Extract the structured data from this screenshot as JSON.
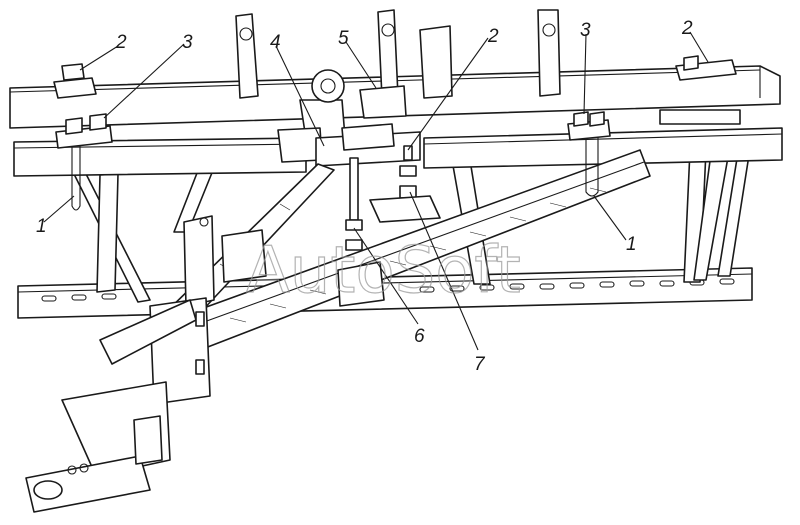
{
  "watermark": "AutoSoft",
  "callouts": [
    {
      "id": "c1a",
      "label": "1"
    },
    {
      "id": "c2a",
      "label": "2"
    },
    {
      "id": "c3a",
      "label": "3"
    },
    {
      "id": "c4",
      "label": "4"
    },
    {
      "id": "c5",
      "label": "5"
    },
    {
      "id": "c2b",
      "label": "2"
    },
    {
      "id": "c3b",
      "label": "3"
    },
    {
      "id": "c2c",
      "label": "2"
    },
    {
      "id": "c1b",
      "label": "1"
    },
    {
      "id": "c6",
      "label": "6"
    },
    {
      "id": "c7",
      "label": "7"
    }
  ]
}
